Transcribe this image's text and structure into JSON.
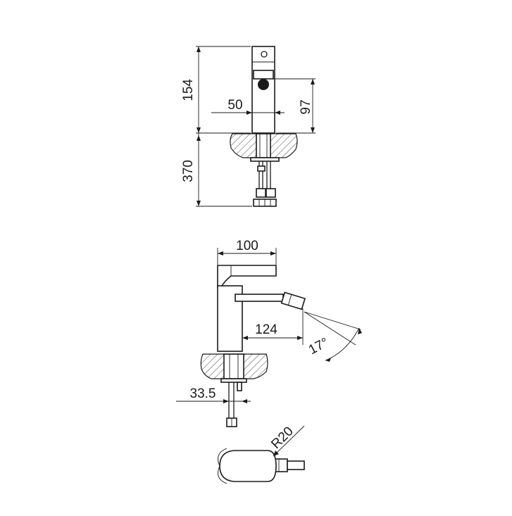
{
  "dimensions": {
    "front_total_height": "154",
    "front_body_width": "50",
    "front_spout_height": "97",
    "front_hose_length": "370",
    "side_width": "100",
    "side_spout_reach": "124",
    "side_nozzle_angle": "17°",
    "side_shank_offset": "33.5",
    "top_radius": "R20"
  }
}
